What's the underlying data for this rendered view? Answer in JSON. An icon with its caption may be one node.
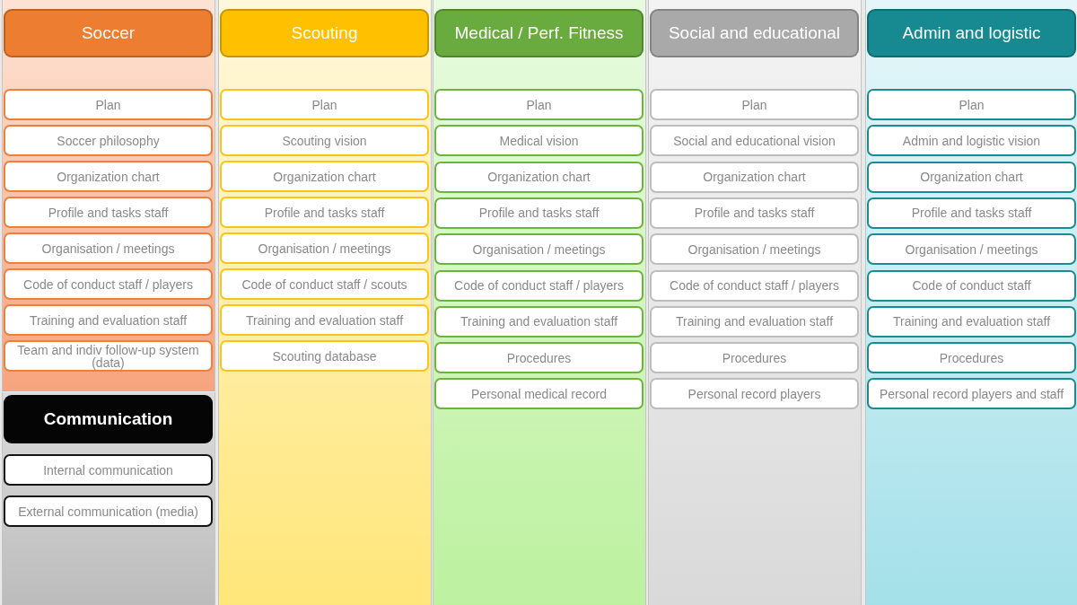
{
  "diagram": {
    "nodes": [
      {
        "text": [
          "Soccer"
        ]
      },
      {
        "text": [
          "Plan"
        ],
        "in": 0
      },
      {
        "text": [
          "Soccer philosophy"
        ],
        "in": 0
      },
      {
        "text": [
          "Organization chart"
        ],
        "in": 0
      },
      {
        "text": [
          "Profile and tasks staff"
        ],
        "in": 0
      },
      {
        "text": [
          "Organisation / meetings"
        ],
        "in": 0
      },
      {
        "text": [
          "Code of conduct staff / players"
        ],
        "in": 0
      },
      {
        "text": [
          "Training and evaluation staff"
        ],
        "in": 0
      },
      {
        "text": [
          "Team and indiv follow-up system (data)"
        ],
        "in": 0
      },
      {
        "text": [
          "Communication"
        ]
      },
      {
        "text": [
          "Internal communication"
        ],
        "in": 9
      },
      {
        "text": [
          "External communication (media)"
        ],
        "in": 9
      },
      {
        "text": [
          "Scouting"
        ]
      },
      {
        "text": [
          "Plan"
        ],
        "in": 12
      },
      {
        "text": [
          "Scouting vision"
        ],
        "in": 12
      },
      {
        "text": [
          "Organization chart"
        ],
        "in": 12
      },
      {
        "text": [
          "Profile and tasks staff"
        ],
        "in": 12
      },
      {
        "text": [
          "Organisation / meetings"
        ],
        "in": 12
      },
      {
        "text": [
          "Code of conduct staff / scouts"
        ],
        "in": 12
      },
      {
        "text": [
          "Training and evaluation staff"
        ],
        "in": 12
      },
      {
        "text": [
          "Scouting database"
        ],
        "in": 12
      },
      {
        "text": [
          "Medical / Perf. Fitness"
        ]
      },
      {
        "text": [
          "Plan"
        ],
        "in": 21
      },
      {
        "text": [
          "Medical vision"
        ],
        "in": 21
      },
      {
        "text": [
          "Organization chart"
        ],
        "in": 21
      },
      {
        "text": [
          "Profile and tasks staff"
        ],
        "in": 21
      },
      {
        "text": [
          "Organisation / meetings"
        ],
        "in": 21
      },
      {
        "text": [
          "Code of conduct staff / players"
        ],
        "in": 21
      },
      {
        "text": [
          "Training and evaluation staff"
        ],
        "in": 21
      },
      {
        "text": [
          "Procedures"
        ],
        "in": 21
      },
      {
        "text": [
          "Personal medical record"
        ],
        "in": 21
      },
      {
        "text": [
          "Social and educational"
        ]
      },
      {
        "text": [
          "Plan"
        ],
        "in": 31
      },
      {
        "text": [
          "Social and educational vision"
        ],
        "in": 31
      },
      {
        "text": [
          "Organization chart"
        ],
        "in": 31
      },
      {
        "text": [
          "Profile and tasks staff"
        ],
        "in": 31
      },
      {
        "text": [
          "Organisation / meetings"
        ],
        "in": 31
      },
      {
        "text": [
          "Code of conduct staff / players"
        ],
        "in": 31
      },
      {
        "text": [
          "Training and evaluation staff"
        ],
        "in": 31
      },
      {
        "text": [
          "Procedures"
        ],
        "in": 31
      },
      {
        "text": [
          "Personal record players"
        ],
        "in": 31
      },
      {
        "text": [
          "Admin and logistic"
        ]
      },
      {
        "text": [
          "Plan"
        ],
        "in": 41
      },
      {
        "text": [
          "Admin and logistic vision"
        ],
        "in": 41
      },
      {
        "text": [
          "Organization chart"
        ],
        "in": 41
      },
      {
        "text": [
          "Profile and tasks staff"
        ],
        "in": 41
      },
      {
        "text": [
          "Organisation / meetings"
        ],
        "in": 41
      },
      {
        "text": [
          "Code of conduct staff"
        ],
        "in": 41
      },
      {
        "text": [
          "Training and evaluation staff"
        ],
        "in": 41
      },
      {
        "text": [
          "Procedures"
        ],
        "in": 41
      },
      {
        "text": [
          "Personal record players and staff"
        ],
        "in": 41
      }
    ]
  }
}
